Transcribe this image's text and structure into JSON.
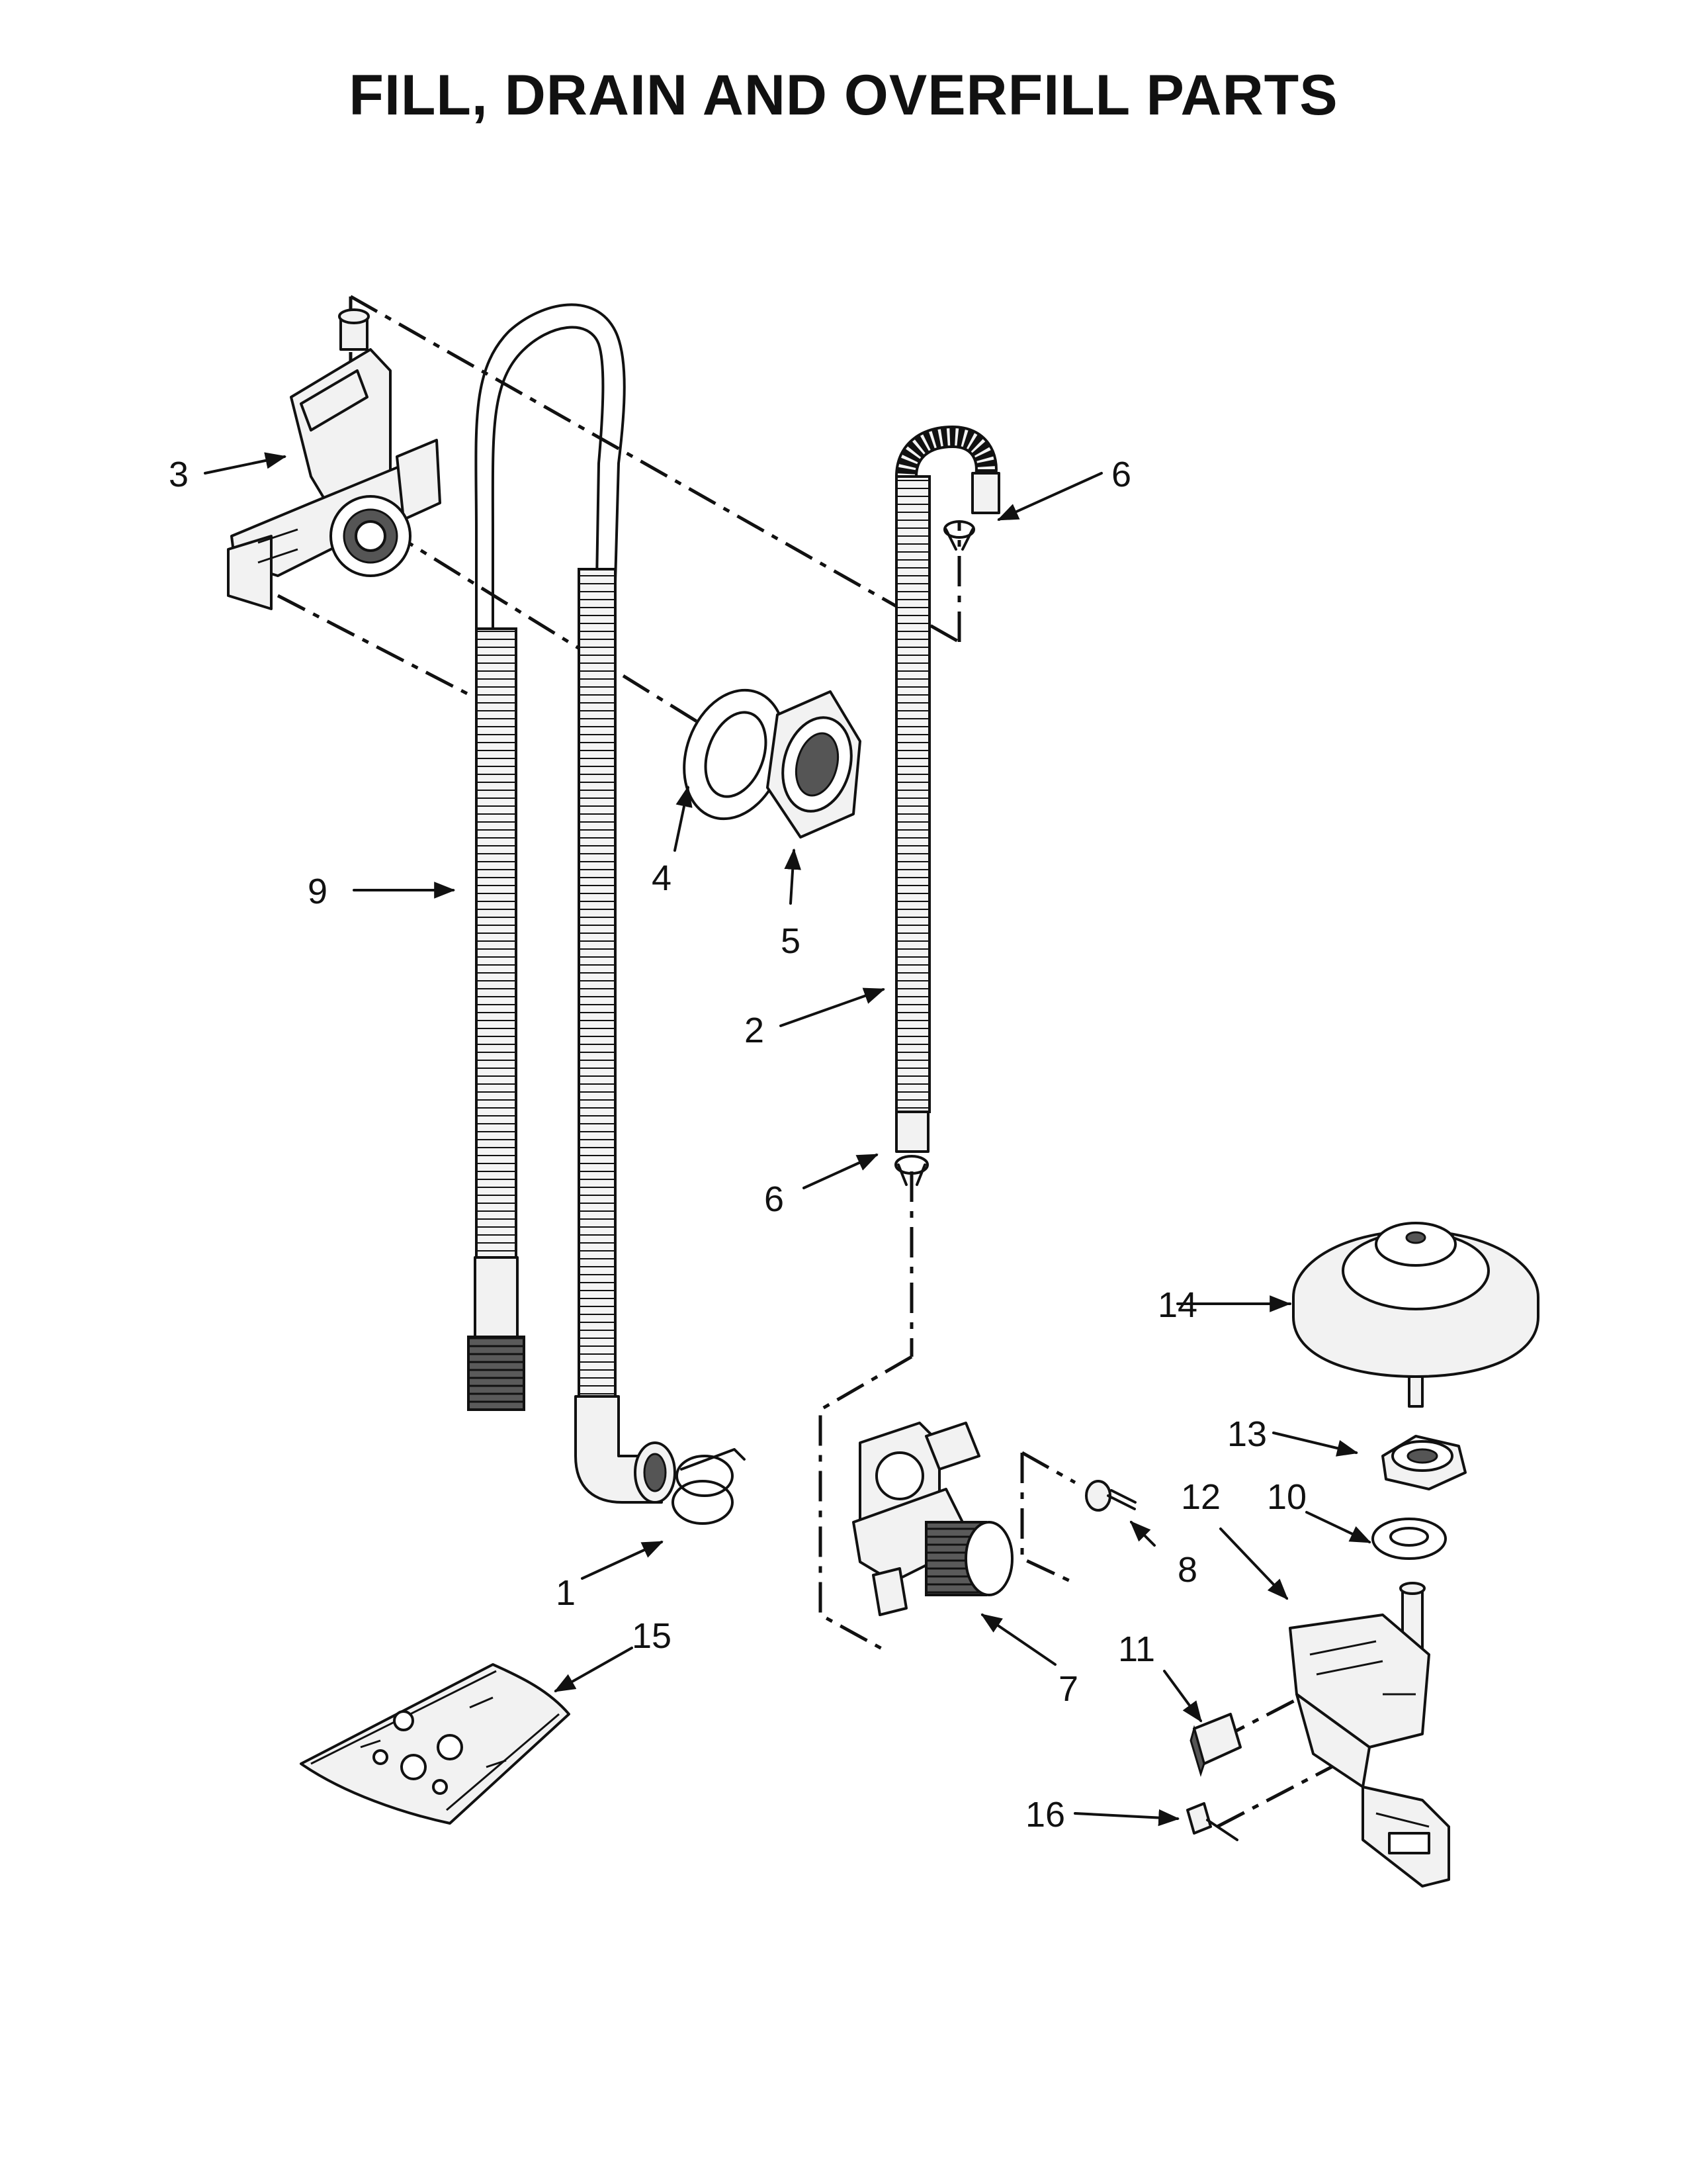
{
  "title": "FILL, DRAIN AND OVERFILL PARTS",
  "callouts": {
    "c1": "1",
    "c2": "2",
    "c3": "3",
    "c4": "4",
    "c5": "5",
    "c6a": "6",
    "c6b": "6",
    "c7": "7",
    "c8": "8",
    "c9": "9",
    "c10": "10",
    "c11": "11",
    "c12": "12",
    "c13": "13",
    "c14": "14",
    "c15": "15",
    "c16": "16"
  },
  "colors": {
    "ink": "#111111",
    "fill": "#f2f2f2",
    "background": "#ffffff"
  }
}
